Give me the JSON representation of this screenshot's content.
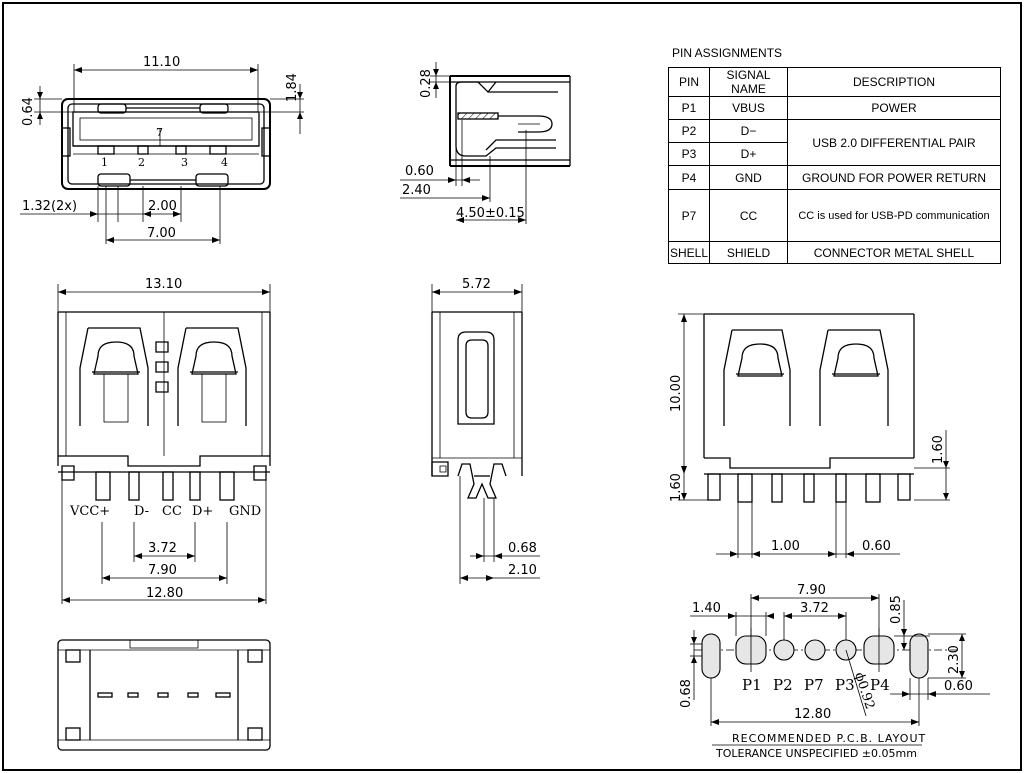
{
  "pin_table": {
    "title": "PIN ASSIGNMENTS",
    "headers": [
      "PIN",
      "SIGNAL NAME",
      "DESCRIPTION"
    ],
    "rows": [
      {
        "pin": "P1",
        "signal": "VBUS",
        "description": "POWER"
      },
      {
        "pin": "P2",
        "signal": "D−",
        "description": "USB 2.0 DIFFERENTIAL PAIR"
      },
      {
        "pin": "P3",
        "signal": "D+",
        "description": ""
      },
      {
        "pin": "P4",
        "signal": "GND",
        "description": "GROUND FOR POWER RETURN"
      },
      {
        "pin": "P7",
        "signal": "CC",
        "description": "CC is used for USB-PD communication"
      },
      {
        "pin": "SHELL",
        "signal": "SHIELD",
        "description": "CONNECTOR METAL SHELL"
      }
    ]
  },
  "front_view": {
    "dims": {
      "width": "11.10",
      "top_gap": "0.64",
      "height": "1.84",
      "pin_width": "1.32(2x)",
      "pitch": "2.00",
      "span": "7.00"
    },
    "pin_numbers": [
      "1",
      "2",
      "3",
      "4",
      "7"
    ]
  },
  "side_section": {
    "dims": {
      "shell": "0.28",
      "a": "0.60",
      "b": "2.40",
      "depth": "4.50±0.15"
    }
  },
  "top_view": {
    "dims": {
      "width": "13.10",
      "inner": "3.72",
      "pin_span": "7.90",
      "outer": "12.80"
    },
    "pin_labels": [
      "VCC+",
      "D-",
      "CC",
      "D+",
      "GND"
    ]
  },
  "side_view": {
    "dims": {
      "width": "5.72",
      "pin": "0.68",
      "offset": "2.10"
    }
  },
  "rear_view": {
    "dims": {
      "height": "10.00",
      "h1": "1.60",
      "h2": "1.60",
      "pin_w": "1.00",
      "gap": "0.60"
    }
  },
  "pcb_layout": {
    "dims": {
      "span": "7.90",
      "pad_w": "1.40",
      "inner": "3.72",
      "pad_h": "0.85",
      "hole_d": "ϕ0.92",
      "slot_h": "2.30",
      "slot_w": "0.60",
      "slot_x": "0.68",
      "outer": "12.80"
    },
    "pad_labels": [
      "P1",
      "P2",
      "P7",
      "P3",
      "P4"
    ],
    "caption": "RECOMMENDED P.C.B. LAYOUT",
    "tolerance": "TOLERANCE UNSPECIFIED ±0.05mm"
  }
}
